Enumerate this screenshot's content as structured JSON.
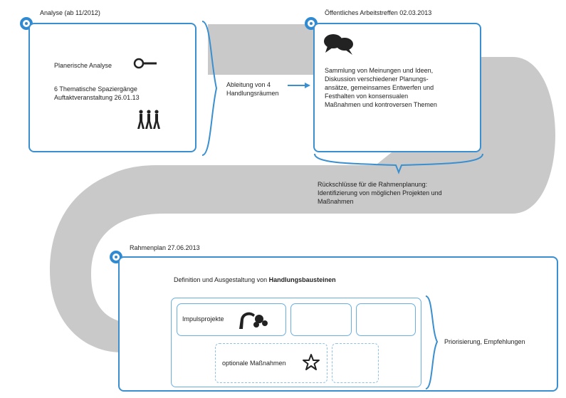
{
  "analyse": {
    "title": "Analyse (ab 11/2012)",
    "item1": "Planerische Analyse",
    "item2": "6 Thematische Spaziergänge",
    "item3": "Auftaktveranstaltung 26.01.13"
  },
  "ableitung": {
    "line1": "Ableitung von 4",
    "line2": "Handlungsräumen"
  },
  "treffen": {
    "title": "Öffentliches Arbeitstreffen 02.03.2013",
    "lines": [
      "Sammlung von Meinungen und Ideen,",
      "Diskussion verschiedener Planungs-",
      "ansätze, gemeinsames Entwerfen und",
      "Festhalten von konsensualen",
      "Maßnahmen und kontroversen Themen"
    ]
  },
  "rueckschluesse": {
    "lines": [
      "Rückschlüsse für die Rahmenplanung:",
      "Identifizierung von möglichen Projekten und",
      "Maßnahmen"
    ]
  },
  "rahmenplan": {
    "title": "Rahmenplan 27.06.2013",
    "definition_prefix": "Definition und Ausgestaltung von ",
    "definition_bold": "Handlungsbausteinen",
    "impuls": "Impulsprojekte",
    "optional": "optionale Maßnahmen",
    "result": "Priorisierung, Empfehlungen"
  },
  "colors": {
    "accent": "#2f8ad1",
    "flow": "#c9c9c9"
  },
  "icons": [
    "magnifier-icon",
    "walking-people-icon",
    "speech-bubbles-icon",
    "crane-icon",
    "star-icon",
    "timeline-marker-icon"
  ]
}
